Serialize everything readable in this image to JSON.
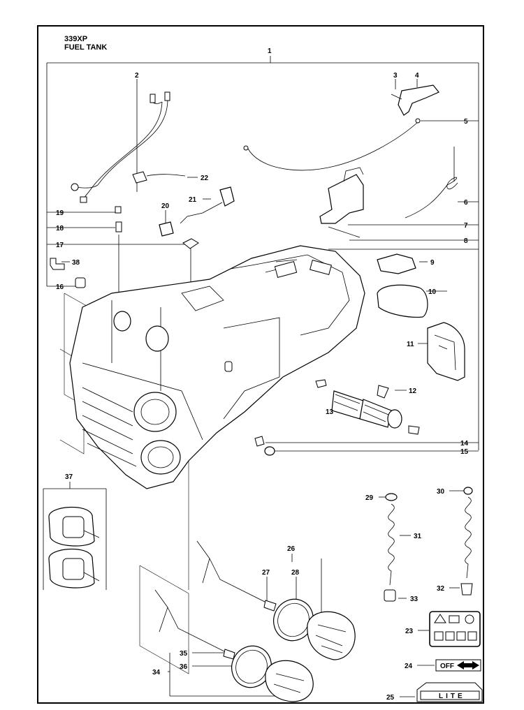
{
  "header": {
    "model": "339XP",
    "title": "FUEL TANK"
  },
  "callouts": [
    "1",
    "2",
    "3",
    "4",
    "5",
    "6",
    "7",
    "8",
    "9",
    "10",
    "11",
    "12",
    "13",
    "14",
    "15",
    "16",
    "17",
    "18",
    "19",
    "20",
    "21",
    "22",
    "23",
    "24",
    "25",
    "26",
    "27",
    "28",
    "29",
    "30",
    "31",
    "32",
    "33",
    "34",
    "35",
    "36",
    "37",
    "38"
  ],
  "decals": {
    "lite_text": "LITE",
    "switch_text": "OFF"
  },
  "colors": {
    "line": "#000000",
    "background": "#ffffff"
  }
}
